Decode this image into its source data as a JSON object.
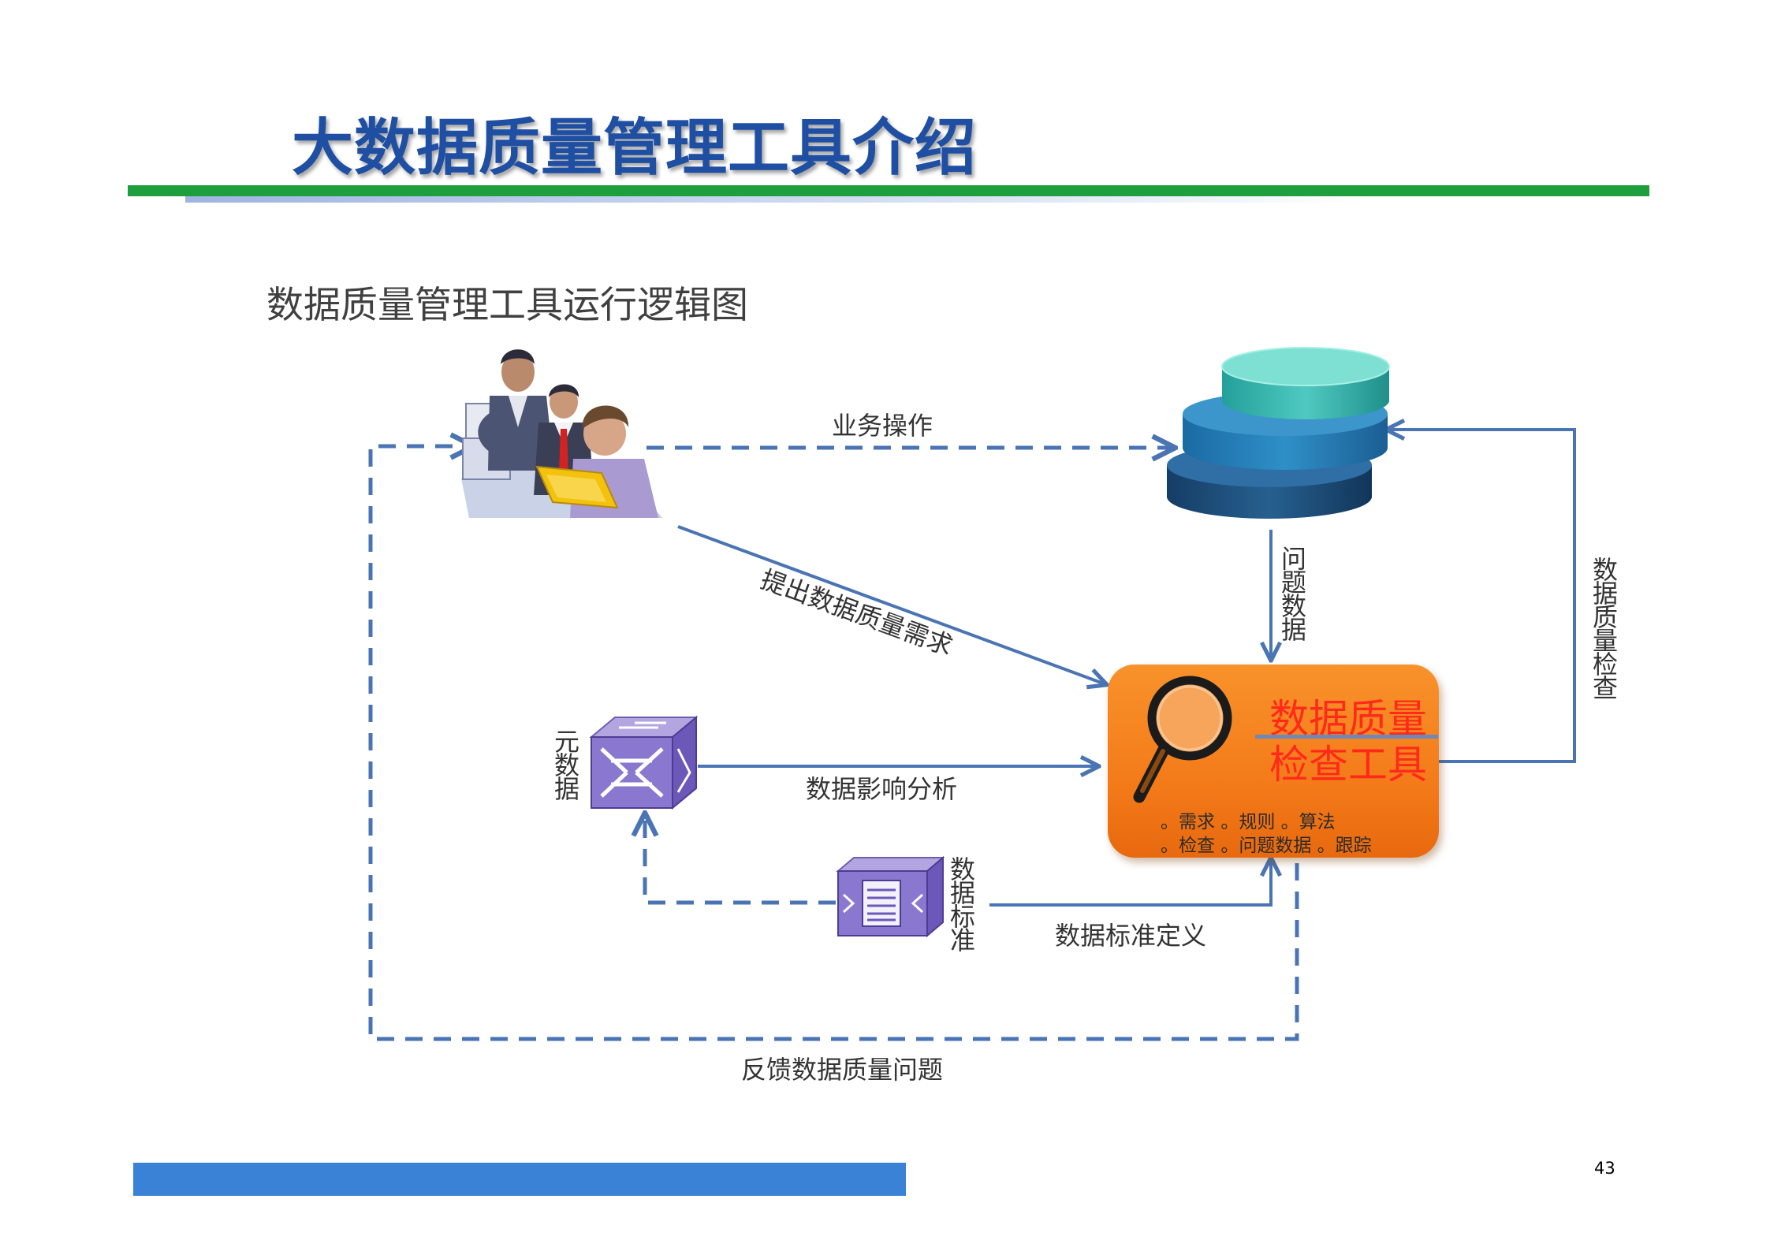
{
  "title": "大数据质量管理工具介绍",
  "subtitle": "数据质量管理工具运行逻辑图",
  "page_number": "43",
  "colors": {
    "title": "#1f4fa3",
    "title_rule": "#1e9e3c",
    "arrow": "#4a74b4",
    "tool_box": "#f47b1a",
    "tool_text": "#ff2a1a",
    "footer_bar": "#3a82d6"
  },
  "diagram": {
    "business_users_icon": "business-people-icon",
    "database_icon": "layered-database-icon",
    "metadata_icon": "switch-cube-icon",
    "standard_icon": "document-cube-icon",
    "labels": {
      "business_operation": "业务操作",
      "propose_requirements": "提出数据质量需求",
      "problem_data": "问题数据",
      "quality_check": "数据质量检查",
      "metadata": "元数据",
      "impact_analysis": "数据影响分析",
      "data_standard": "数据标准",
      "standard_definition": "数据标准定义",
      "feedback": "反馈数据质量问题"
    },
    "tool": {
      "title_line1": "数据质量",
      "title_line2": "检查工具",
      "icon": "magnifier-icon",
      "features_row1": [
        "需求",
        "规则",
        "算法"
      ],
      "features_row2": [
        "检查",
        "问题数据",
        "跟踪"
      ]
    }
  }
}
